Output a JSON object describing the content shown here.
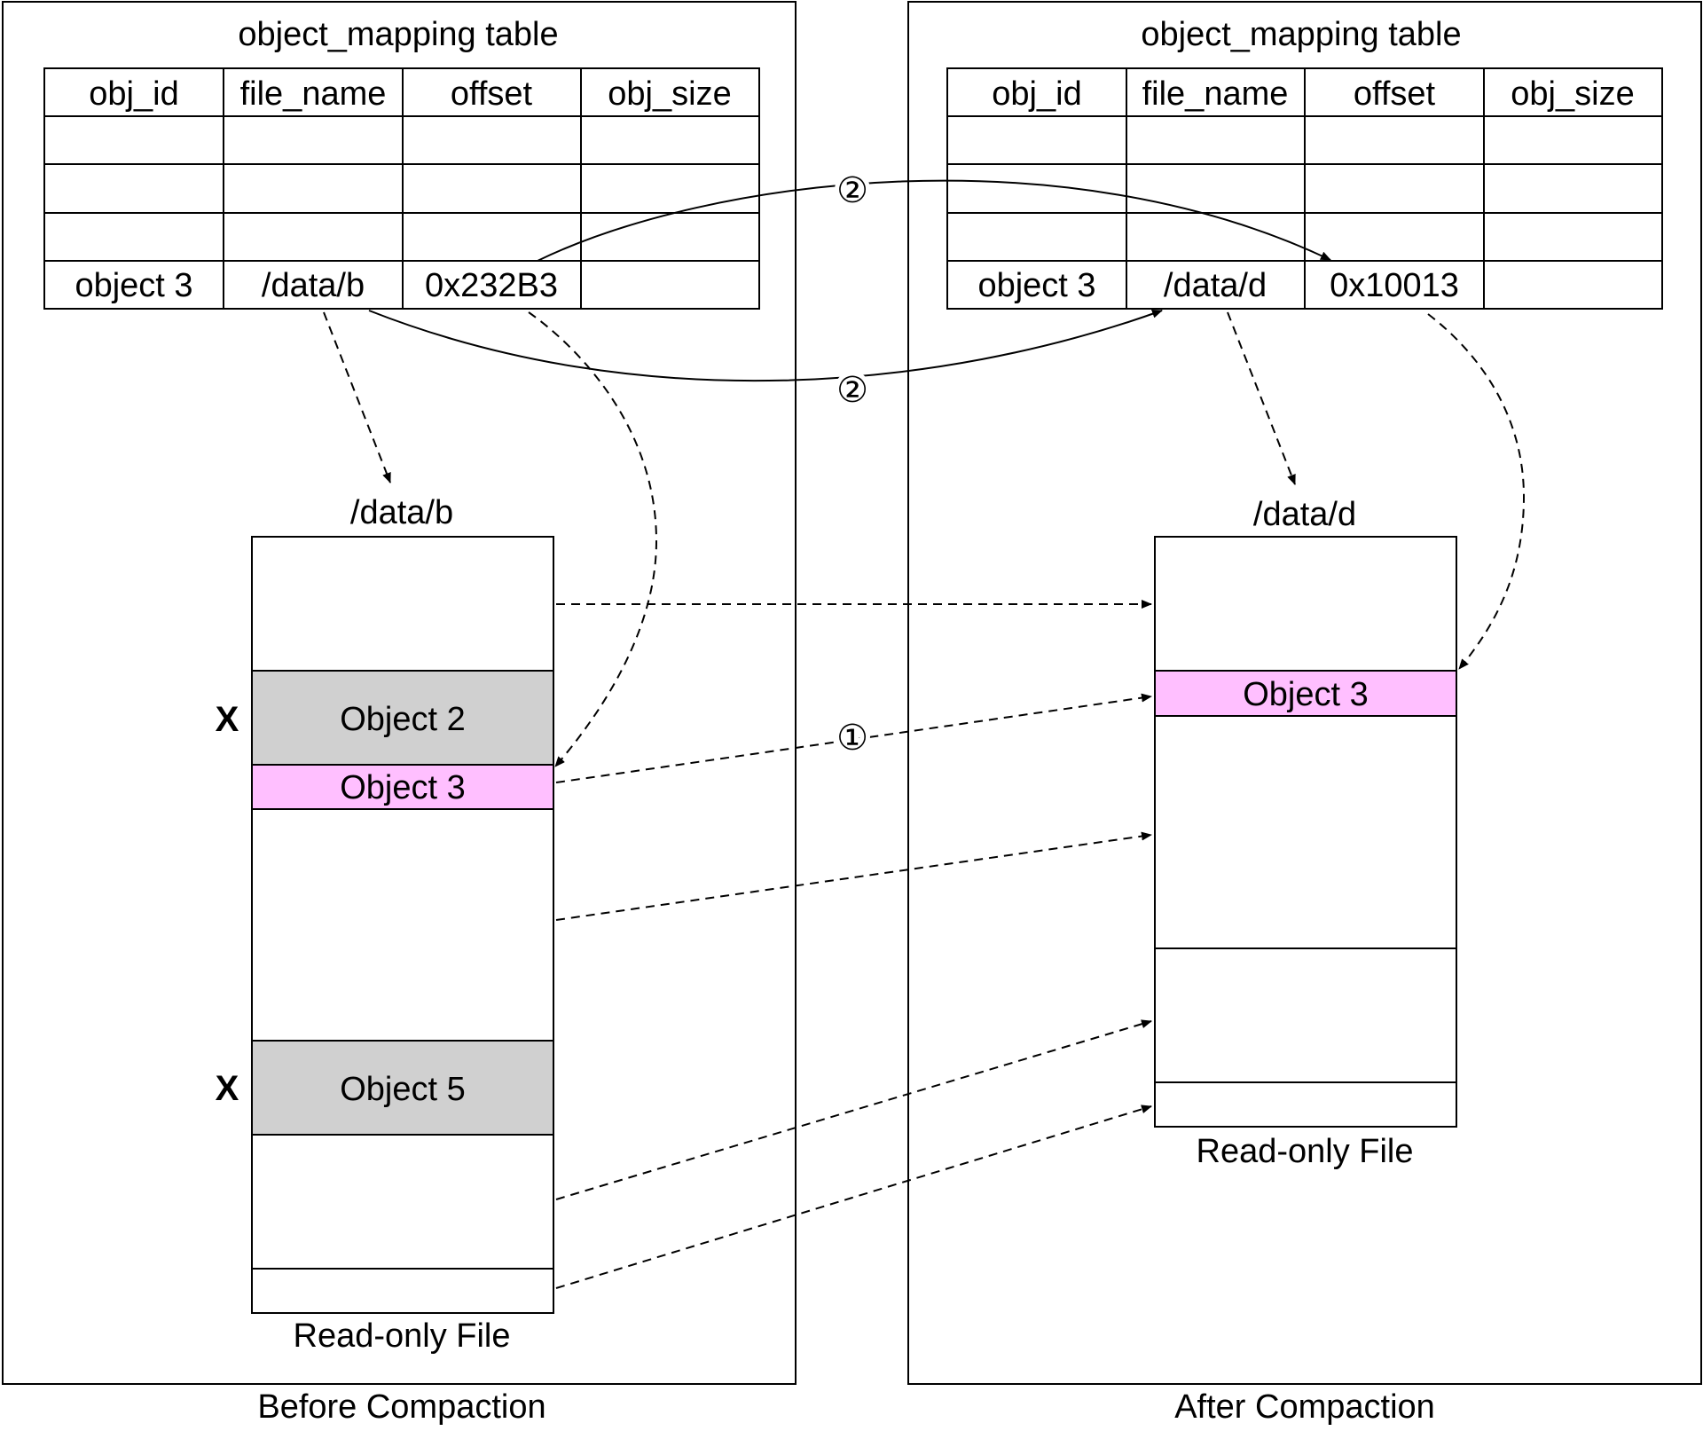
{
  "before": {
    "caption": "Before Compaction",
    "table": {
      "title": "object_mapping table",
      "headers": [
        "obj_id",
        "file_name",
        "offset",
        "obj_size"
      ],
      "row": [
        "object 3",
        "/data/b",
        "0x232B3",
        ""
      ]
    },
    "file": {
      "name": "/data/b",
      "footer": "Read-only File",
      "object2": "Object 2",
      "object3": "Object 3",
      "object5": "Object 5",
      "deleted_mark": "X"
    }
  },
  "after": {
    "caption": "After Compaction",
    "table": {
      "title": "object_mapping table",
      "headers": [
        "obj_id",
        "file_name",
        "offset",
        "obj_size"
      ],
      "row": [
        "object 3",
        "/data/d",
        "0x10013",
        ""
      ]
    },
    "file": {
      "name": "/data/d",
      "footer": "Read-only File",
      "object3": "Object 3"
    }
  },
  "steps": {
    "copy": "①",
    "update": "②"
  },
  "colors": {
    "deleted_fill": "#d0d0d0",
    "moved_fill": "#ffbfff",
    "mark": "#e8361d"
  }
}
